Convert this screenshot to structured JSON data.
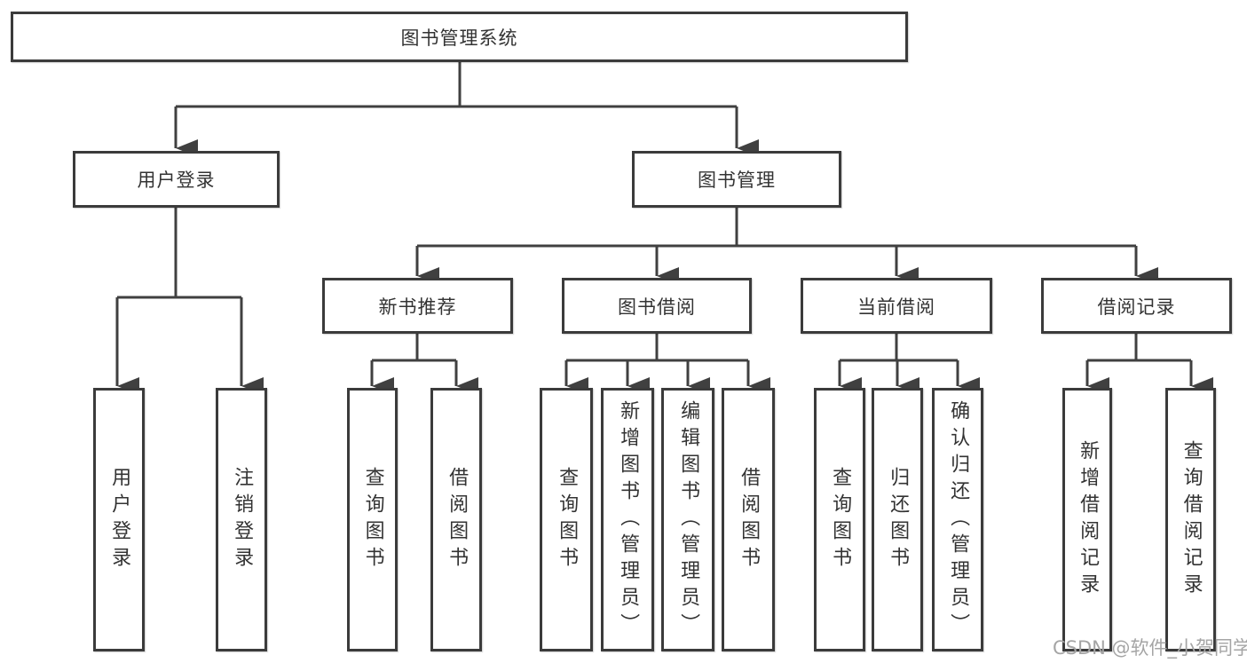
{
  "tree": {
    "root": {
      "label": "图书管理系统"
    },
    "branches": [
      {
        "label": "用户登录",
        "children": [
          {
            "label": "用户登录"
          },
          {
            "label": "注销登录"
          }
        ]
      },
      {
        "label": "图书管理",
        "children": [
          {
            "label": "新书推荐",
            "children": [
              {
                "label": "查询图书"
              },
              {
                "label": "借阅图书"
              }
            ]
          },
          {
            "label": "图书借阅",
            "children": [
              {
                "label": "查询图书"
              },
              {
                "label": "新增图书（管理员）"
              },
              {
                "label": "编辑图书（管理员）"
              },
              {
                "label": "借阅图书"
              }
            ]
          },
          {
            "label": "当前借阅",
            "children": [
              {
                "label": "查询图书"
              },
              {
                "label": "归还图书"
              },
              {
                "label": "确认归还（管理员）"
              }
            ]
          },
          {
            "label": "借阅记录",
            "children": [
              {
                "label": "新增借阅记录"
              },
              {
                "label": "查询借阅记录"
              }
            ]
          }
        ]
      }
    ]
  },
  "watermark": "CSDN @软件_小贺同学",
  "colors": {
    "line": "#404040",
    "box_border": "#3b3b3b",
    "text": "#333333",
    "watermark": "#a5a5a5",
    "background": "#ffffff"
  }
}
